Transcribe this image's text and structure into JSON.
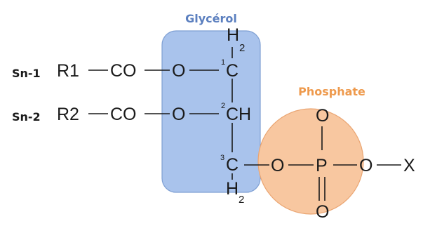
{
  "regions": {
    "glycerol": {
      "label": "Glycérol",
      "color": "#5b7fbf",
      "fill": "#a9c3ec"
    },
    "phosphate": {
      "label": "Phosphate",
      "color": "#ee9a4d",
      "fill": "#f8c7a0"
    }
  },
  "positions": {
    "sn1": "Sn-1",
    "sn2": "Sn-2"
  },
  "acyl_chains": {
    "sn1": {
      "group": "R1",
      "carbonyl": "CO",
      "ester_oxygen": "O"
    },
    "sn2": {
      "group": "R2",
      "carbonyl": "CO",
      "ester_oxygen": "O"
    }
  },
  "backbone": {
    "carbon_1": {
      "atom": "C",
      "locant": "1",
      "substituent": "H",
      "count": "2"
    },
    "carbon_2": {
      "atom": "CH",
      "locant": "2"
    },
    "carbon_3": {
      "atom": "C",
      "locant": "3",
      "substituent": "H",
      "count": "2"
    }
  },
  "phosphate_group": {
    "bridge_oxygen": "O",
    "phosphorus": "P",
    "top_oxygen": "O",
    "bottom_oxygen": "O",
    "head_oxygen": "O",
    "head_group": "X"
  }
}
